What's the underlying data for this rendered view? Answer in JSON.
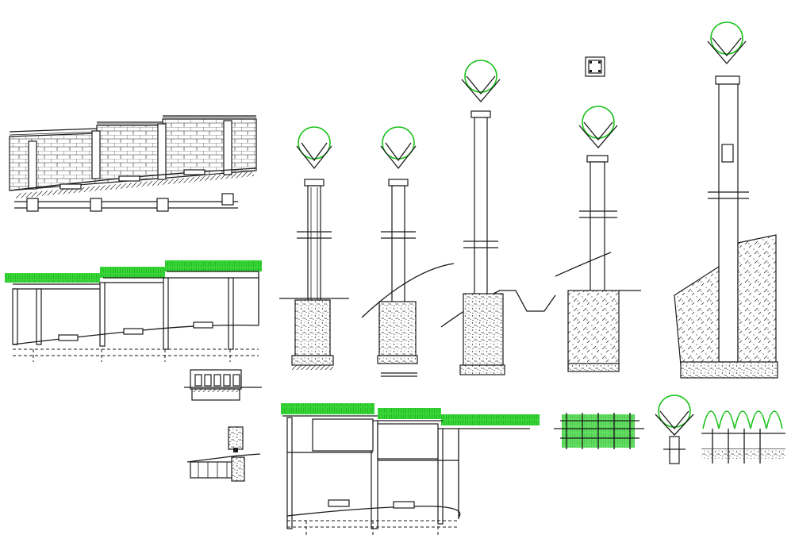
{
  "drawing": {
    "colors": {
      "line": "#1a1a1a",
      "vegetation": "#39d839",
      "wire_ring": "#19c219",
      "background": "#ffffff"
    },
    "views": [
      "brick-wall-elevation",
      "green-wall-elevation",
      "drain-pipe-detail",
      "small-pier-detail",
      "lower-green-wall-elevation",
      "fence-post-section-1",
      "fence-post-section-2",
      "fence-post-section-3",
      "fence-post-section-4",
      "tall-retaining-post-section",
      "post-cap-plan",
      "green-mesh-detail",
      "ring-post-mesh-detail"
    ]
  }
}
